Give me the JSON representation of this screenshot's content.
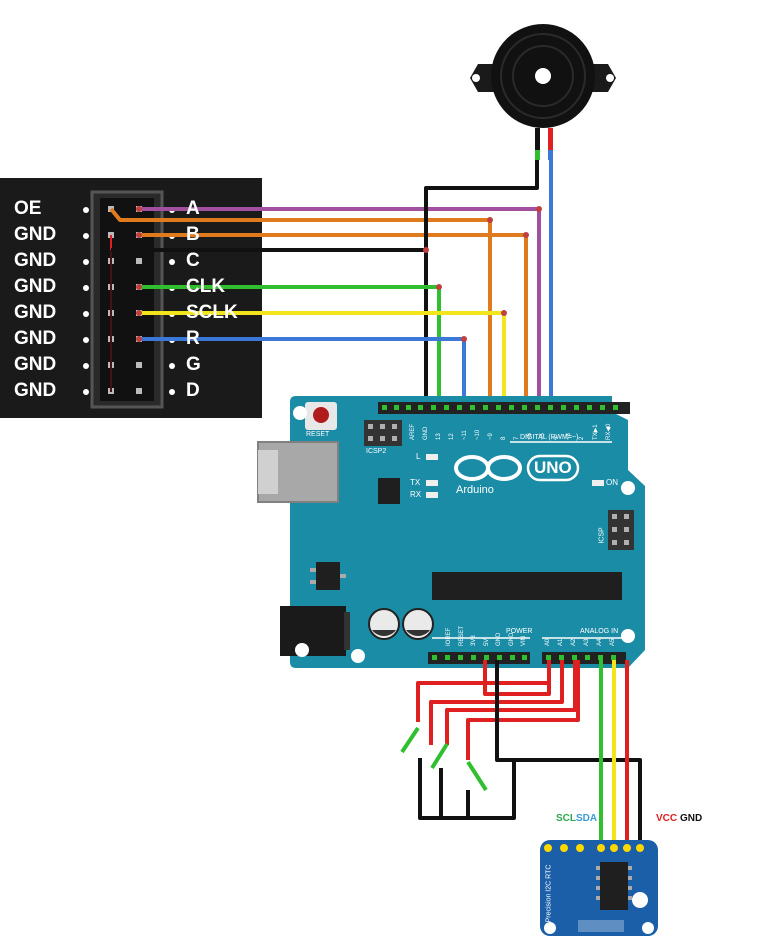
{
  "connector": {
    "left_labels": [
      "OE",
      "GND",
      "GND",
      "GND",
      "GND",
      "GND",
      "GND",
      "GND"
    ],
    "right_labels": [
      "A",
      "B",
      "C",
      "CLK",
      "SCLK",
      "R",
      "G",
      "D"
    ]
  },
  "arduino": {
    "reset_label": "RESET",
    "icsp2_label": "ICSP2",
    "icsp_label": "ICSP",
    "logo_text": "UNO",
    "brand": "Arduino",
    "digital_label": "DIGITAL (PWM=~)",
    "power_label": "POWER",
    "analog_label": "ANALOG IN",
    "l_label": "L",
    "tx_label": "TX",
    "rx_label": "RX",
    "on_label": "ON",
    "header_top_pins": [
      "AREF",
      "GND",
      "13",
      "12",
      "~11",
      "~10",
      "~9",
      "8",
      "7",
      "~6",
      "~5",
      "4",
      "~3",
      "2",
      "TX▶1",
      "RX◀0"
    ],
    "power_pins": [
      "IOREF",
      "RESET",
      "3V3",
      "5V",
      "GND",
      "GND",
      "VIN"
    ],
    "analog_pins": [
      "A0",
      "A1",
      "A2",
      "A3",
      "A4",
      "A5"
    ]
  },
  "rtc": {
    "scl": "SCL",
    "sda": "SDA",
    "vcc": "VCC",
    "gnd": "GND",
    "board_text": "Precision I2C RTC"
  },
  "colors": {
    "board": "#1a8ca6",
    "wire_purple": "#a0509e",
    "wire_orange": "#e07a1f",
    "wire_black": "#111111",
    "wire_green": "#2fbf2f",
    "wire_yellow": "#f2e51c",
    "wire_blue": "#3b78d8",
    "wire_red": "#e02020",
    "rtc_board": "#1b5fa8"
  }
}
